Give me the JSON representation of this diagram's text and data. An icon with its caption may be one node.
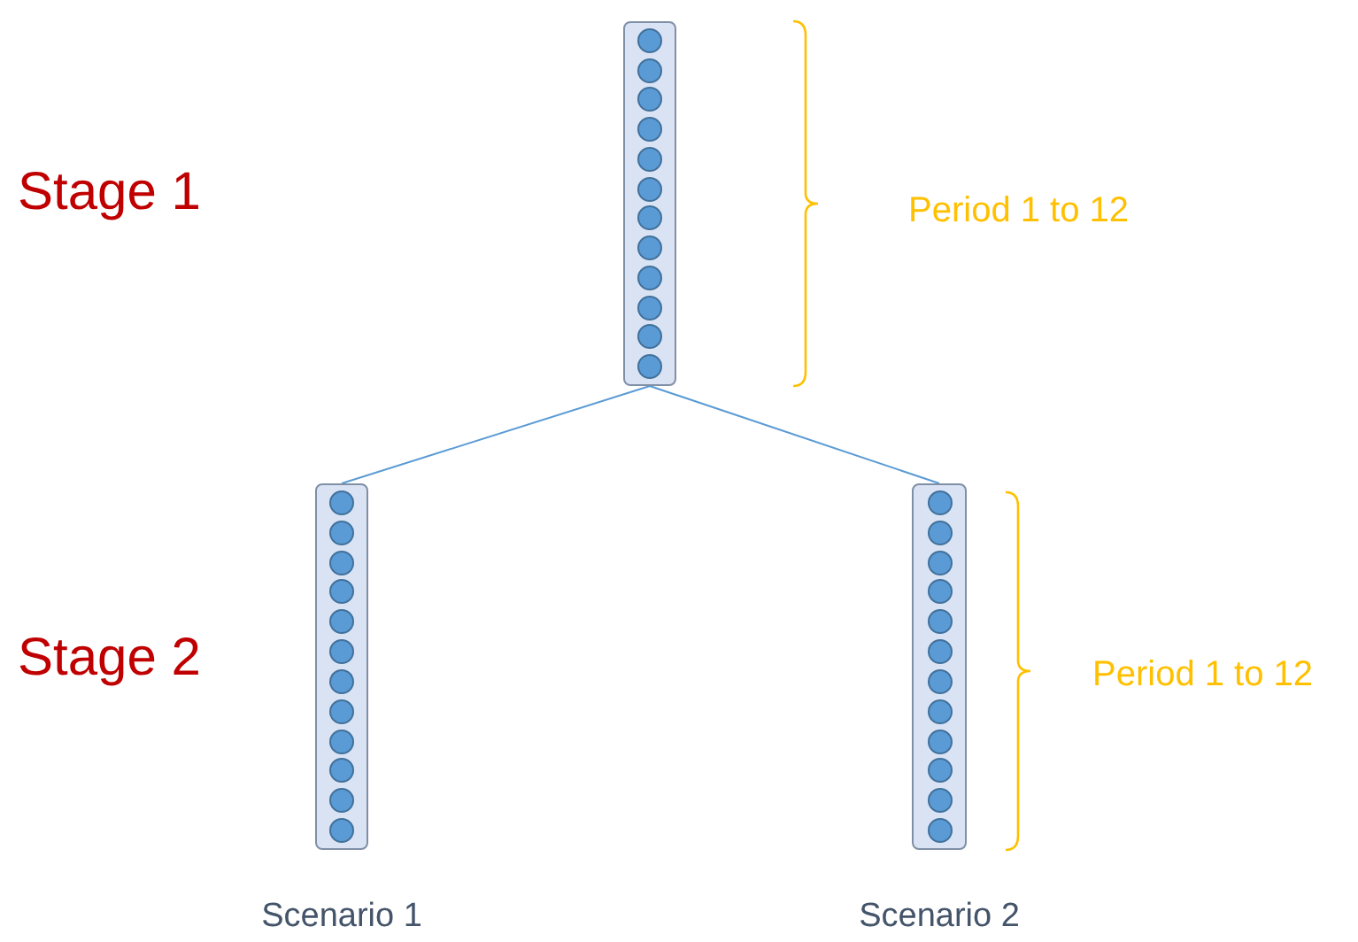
{
  "diagram": {
    "nodes": [
      {
        "text": [],
        "shape": "bar"
      },
      {
        "text": [],
        "shape": "bar",
        "beside": [
          "Scenario 1"
        ]
      },
      {
        "text": [],
        "shape": "bar",
        "beside": [
          "Scenario 2"
        ]
      }
    ],
    "edges": [
      {
        "from": 0,
        "to": 1,
        "arrow": "none"
      },
      {
        "from": 0,
        "to": 2,
        "arrow": "none"
      }
    ],
    "labels": [
      "Stage 1",
      "Period 1 to 12",
      "Stage 2",
      "Period 1 to 12"
    ]
  }
}
